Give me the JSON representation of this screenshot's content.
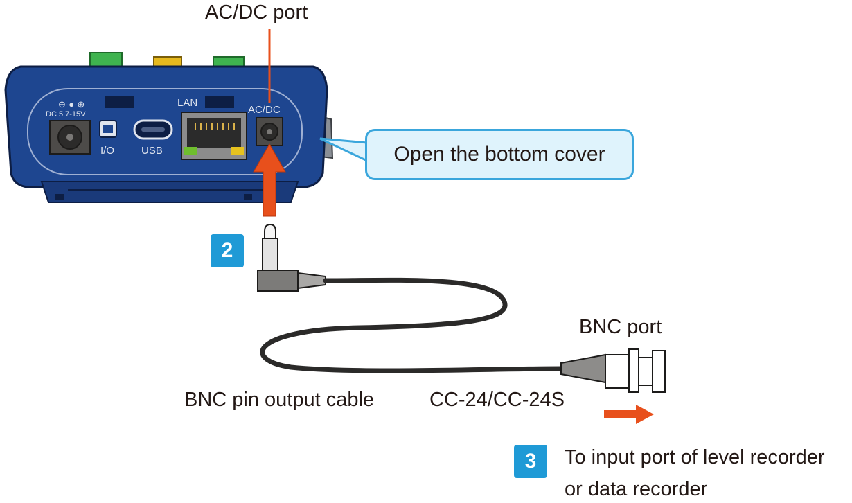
{
  "labels": {
    "acdc_port": "AC/DC port",
    "bnc_port": "BNC port",
    "cable_name": "BNC pin output cable",
    "cable_model": "CC-24/CC-24S",
    "callout": "Open the bottom cover",
    "step3_line1": "To input port of level recorder",
    "step3_line2": "or data recorder"
  },
  "steps": {
    "step2": "2",
    "step3": "3"
  },
  "device": {
    "dc_label": "DC 5.7-15V",
    "io_label": "I/O",
    "usb_label": "USB",
    "lan_label": "LAN",
    "acdc_label": "AC/DC"
  },
  "colors": {
    "device_body": "#1e4690",
    "arrow": "#e8501c",
    "badge": "#1f9ad6",
    "callout_fill": "#dff3fc",
    "callout_border": "#3aa6dc"
  }
}
